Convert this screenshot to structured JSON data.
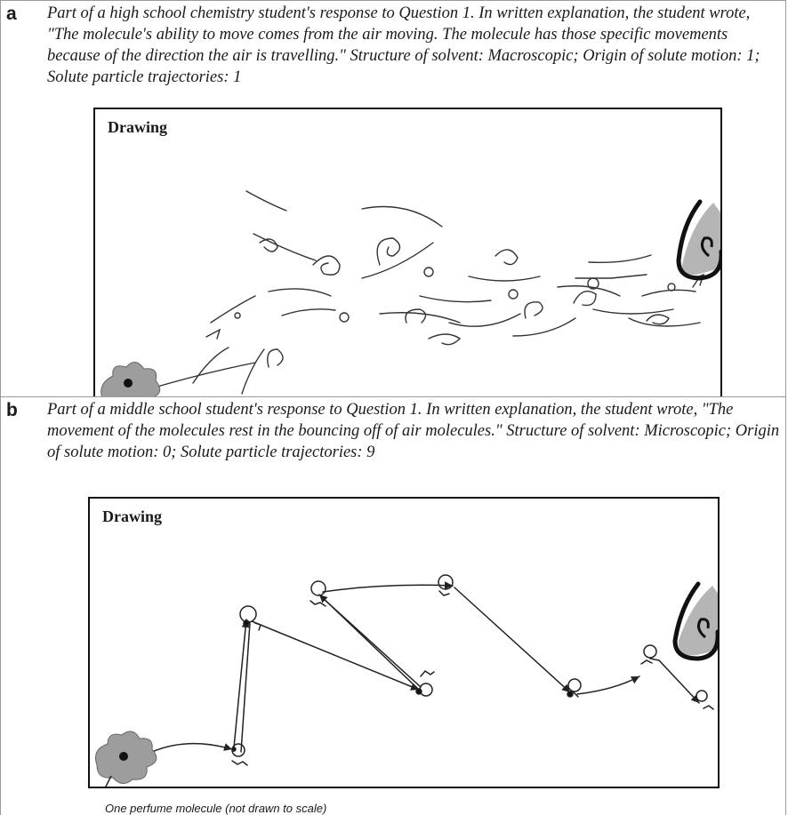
{
  "panel_a": {
    "letter": "a",
    "caption": "Part of a high school chemistry student's response to Question 1. In written explanation, the student wrote, \"The molecule's ability to move comes from the air moving. The molecule has those specific movements because of the direction the air is travelling.\" Structure of solvent: Macroscopic; Origin of solute motion: 1; Solute particle trajectories: 1",
    "drawing_label": "Drawing"
  },
  "panel_b": {
    "letter": "b",
    "caption": "Part of a middle school student's response to Question 1. In written explanation, the student wrote, \"The movement of the molecules rest in the bouncing off of air molecules.\" Structure of solvent: Microscopic; Origin of solute motion: 0; Solute particle trajectories: 9",
    "drawing_label": "Drawing",
    "footnote": "One perfume molecule (not drawn to scale)"
  }
}
